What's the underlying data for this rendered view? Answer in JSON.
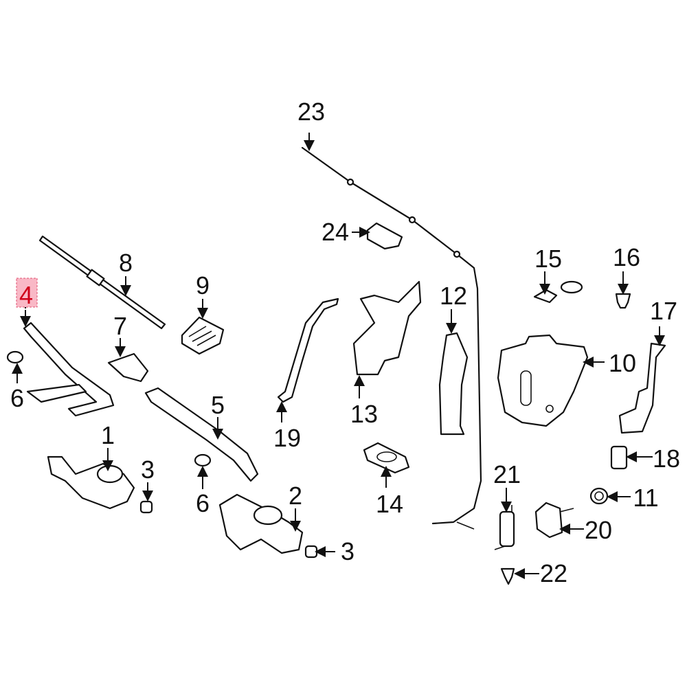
{
  "diagram": {
    "highlighted_callout": "4",
    "highlight_color": "#f9b8c6",
    "callouts": {
      "c1": "1",
      "c2": "2",
      "c3a": "3",
      "c3b": "3",
      "c4": "4",
      "c5": "5",
      "c6a": "6",
      "c6b": "6",
      "c7": "7",
      "c8": "8",
      "c9": "9",
      "c10": "10",
      "c11": "11",
      "c12": "12",
      "c13": "13",
      "c14": "14",
      "c15": "15",
      "c16": "16",
      "c17": "17",
      "c18": "18",
      "c19": "19",
      "c20": "20",
      "c21": "21",
      "c22": "22",
      "c23": "23",
      "c24": "24"
    }
  }
}
